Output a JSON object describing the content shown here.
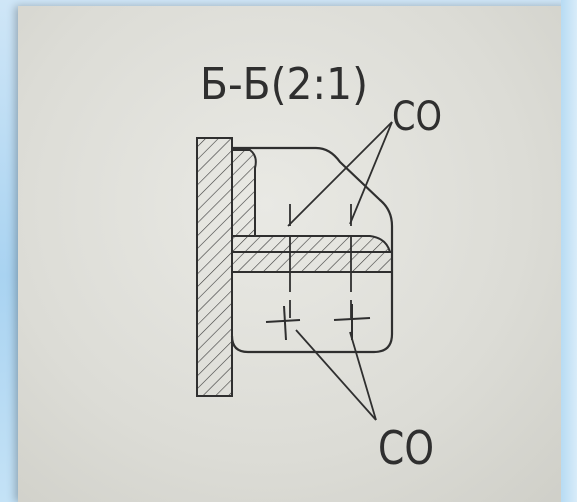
{
  "drawing": {
    "section_title": "Б-Б(2:1)",
    "callout_top": "CO",
    "callout_bottom": "CO",
    "ink_color": "#2f2f2f",
    "paper_color": "#e2e2dc"
  }
}
